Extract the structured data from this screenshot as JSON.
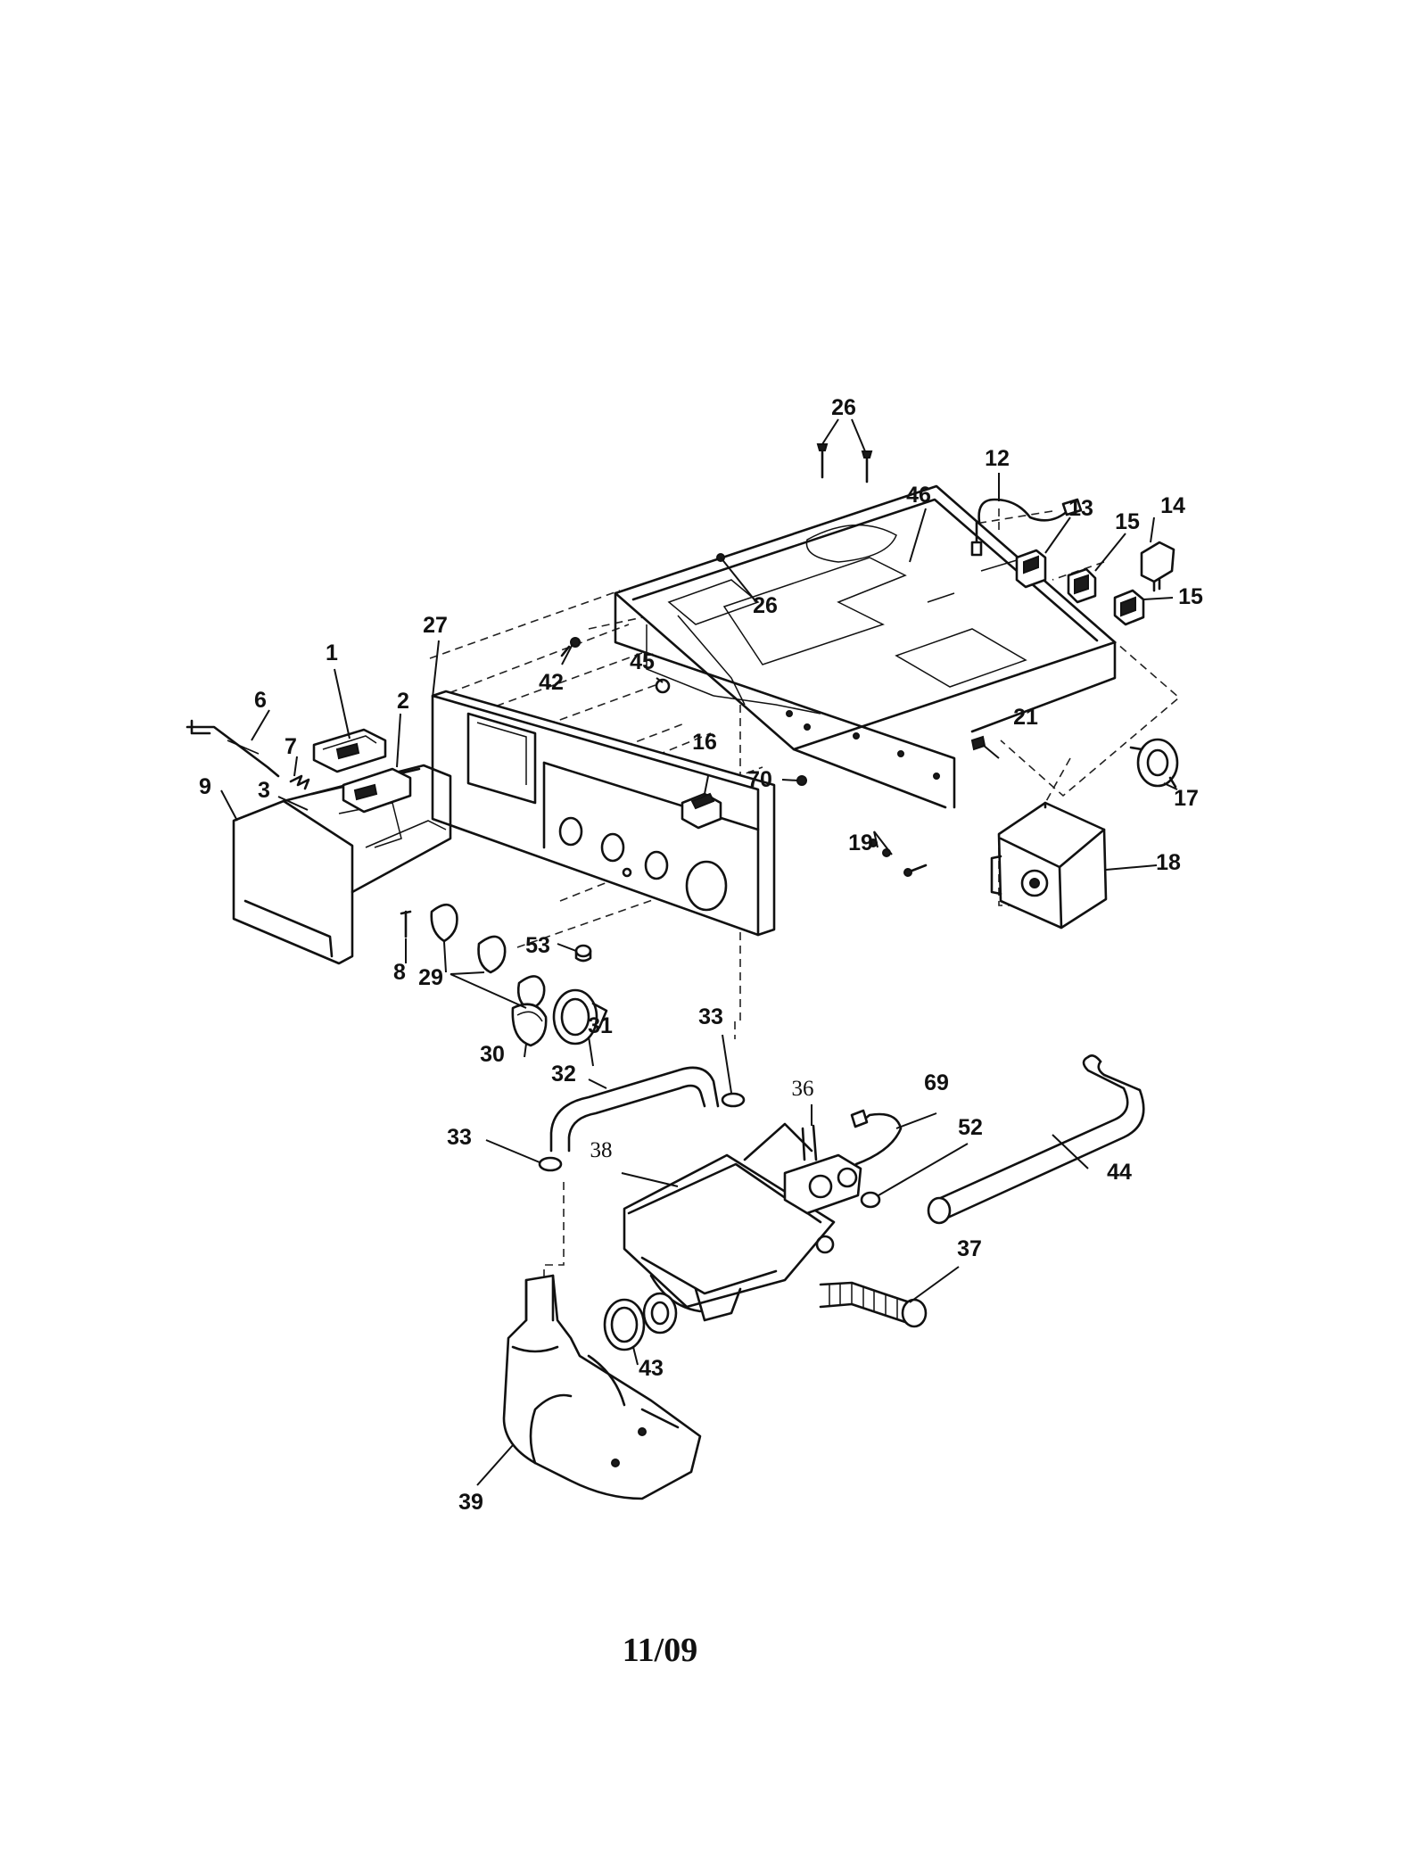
{
  "diagram": {
    "page_code": "11/09",
    "callouts": {
      "c1": "1",
      "c2": "2",
      "c3": "3",
      "c6": "6",
      "c7": "7",
      "c8": "8",
      "c9": "9",
      "c12": "12",
      "c13": "13",
      "c14": "14",
      "c15a": "15",
      "c15b": "15",
      "c16": "16",
      "c17": "17",
      "c18": "18",
      "c19": "19",
      "c21": "21",
      "c26a": "26",
      "c26b": "26",
      "c27": "27",
      "c29": "29",
      "c30": "30",
      "c31": "31",
      "c32": "32",
      "c33a": "33",
      "c33b": "33",
      "c36": "36",
      "c37": "37",
      "c38": "38",
      "c39": "39",
      "c42": "42",
      "c43": "43",
      "c44": "44",
      "c45": "45",
      "c46": "46",
      "c52": "52",
      "c53": "53",
      "c69": "69",
      "c70": "70"
    }
  }
}
